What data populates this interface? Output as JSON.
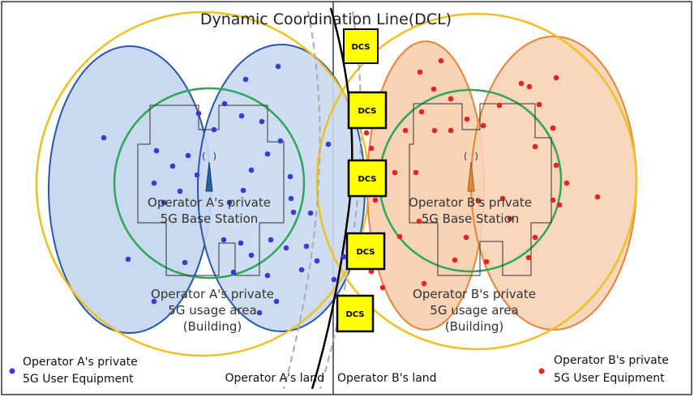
{
  "title": "Dynamic Coordination Line(DCL)",
  "dcs_label": "DCS",
  "operator_a": {
    "base_station_line1": "Operator A's private",
    "base_station_line2": "5G Base Station",
    "usage_line1": "Operator A's private",
    "usage_line2": "5G usage area",
    "usage_line3": "(Building)",
    "legend_line1": "Operator A's private",
    "legend_line2": "5G User Equipment",
    "land": "Operator A's land"
  },
  "operator_b": {
    "base_station_line1": "Operator B's private",
    "base_station_line2": "5G Base Station",
    "usage_line1": "Operator B's private",
    "usage_line2": "5G usage area",
    "usage_line3": "(Building)",
    "legend_line1": "Operator B's private",
    "legend_line2": "5G User Equipment",
    "land": "Operator B's land"
  },
  "colors": {
    "operator_a_ue": "#3a3ad6",
    "operator_b_ue": "#e8241c",
    "operator_a_lobe": "#c9d9ef",
    "operator_b_lobe": "#f8d3b6",
    "coverage_ring": "#f0c020",
    "usage_ring": "#2fa55a",
    "dcs_fill": "#ffff00"
  }
}
